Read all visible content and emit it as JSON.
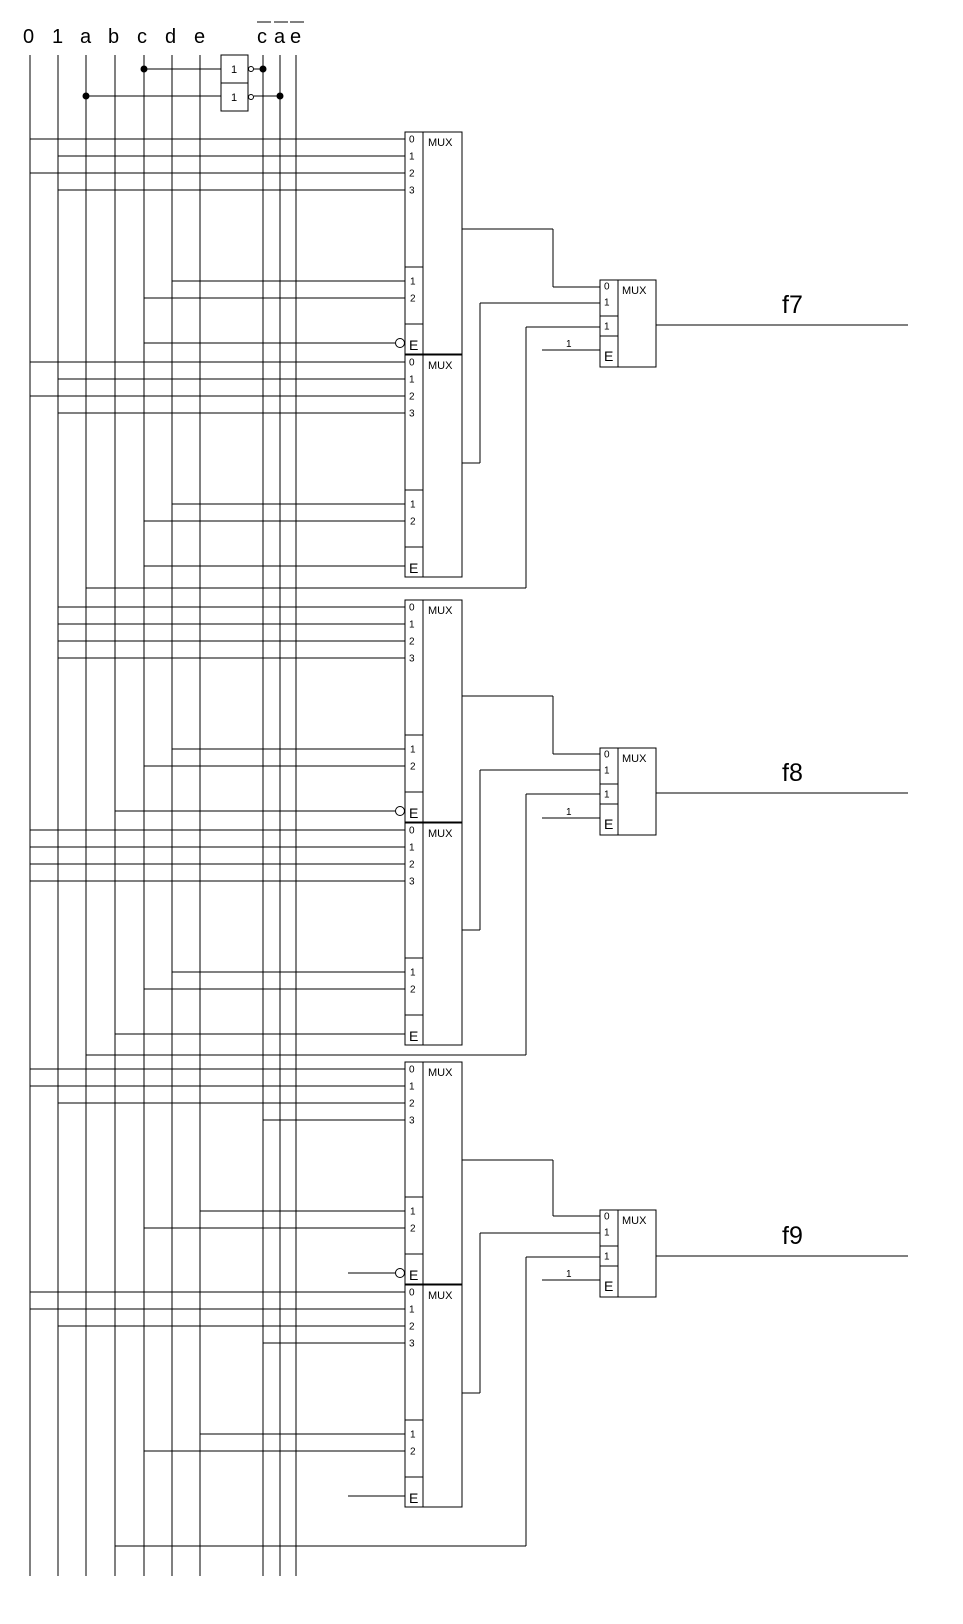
{
  "diagram": {
    "input_labels": [
      "0",
      "1",
      "a",
      "b",
      "c",
      "d",
      "e"
    ],
    "inverted_labels": [
      "c",
      "a",
      "e"
    ],
    "inverter_label": "1",
    "mux_title": "MUX",
    "data_pins": [
      "0",
      "1",
      "2",
      "3"
    ],
    "select_pins": [
      "1",
      "2"
    ],
    "enable_label": "E",
    "final_data_pins": [
      "0",
      "1",
      "1"
    ],
    "constant_label": "1",
    "outputs": [
      "f7",
      "f8",
      "f9"
    ]
  }
}
